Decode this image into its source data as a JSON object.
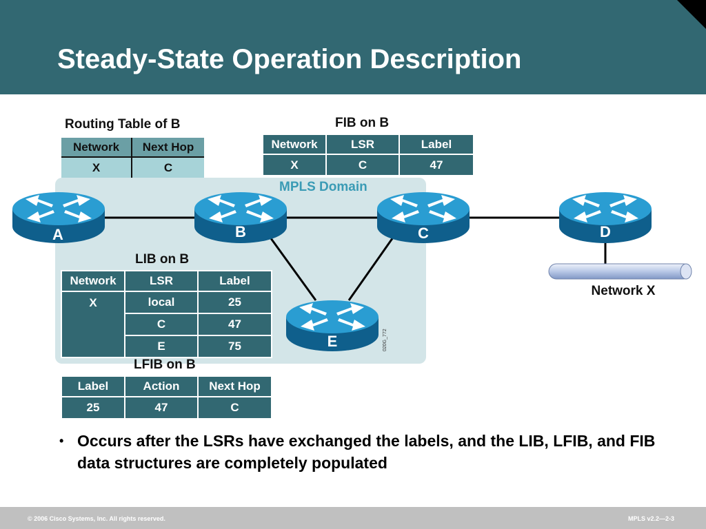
{
  "header": {
    "title": "Steady-State Operation Description"
  },
  "domain": {
    "label": "MPLS Domain"
  },
  "routing_table": {
    "title": "Routing Table of B",
    "columns": [
      "Network",
      "Next Hop"
    ],
    "rows": [
      [
        "X",
        "C"
      ]
    ]
  },
  "fib": {
    "title": "FIB on B",
    "columns": [
      "Network",
      "LSR",
      "Label"
    ],
    "rows": [
      [
        "X",
        "C",
        "47"
      ]
    ]
  },
  "lib": {
    "title": "LIB on B",
    "columns": [
      "Network",
      "LSR",
      "Label"
    ],
    "network": "X",
    "rows": [
      [
        "local",
        "25"
      ],
      [
        "C",
        "47"
      ],
      [
        "E",
        "75"
      ]
    ]
  },
  "lfib": {
    "title": "LFIB on B",
    "columns": [
      "Label",
      "Action",
      "Next Hop"
    ],
    "rows": [
      [
        "25",
        "47",
        "C"
      ]
    ]
  },
  "routers": {
    "a": "A",
    "b": "B",
    "c": "C",
    "d": "D",
    "e": "E"
  },
  "network_label": "Network X",
  "figure_id": "020G_772",
  "bullet": "Occurs after the LSRs have exchanged the labels, and the LIB, LFIB, and FIB data structures are completely populated",
  "footer": {
    "copyright": "© 2006 Cisco Systems, Inc. All rights reserved.",
    "course": "MPLS v2.2—2-3"
  },
  "colors": {
    "header": "#326872",
    "table_dark": "#326872",
    "table_light": "#a7d3d8",
    "router": "#1d8fc6",
    "domain_bg": "#d3e5e8",
    "domain_label": "#3a9bb5"
  }
}
